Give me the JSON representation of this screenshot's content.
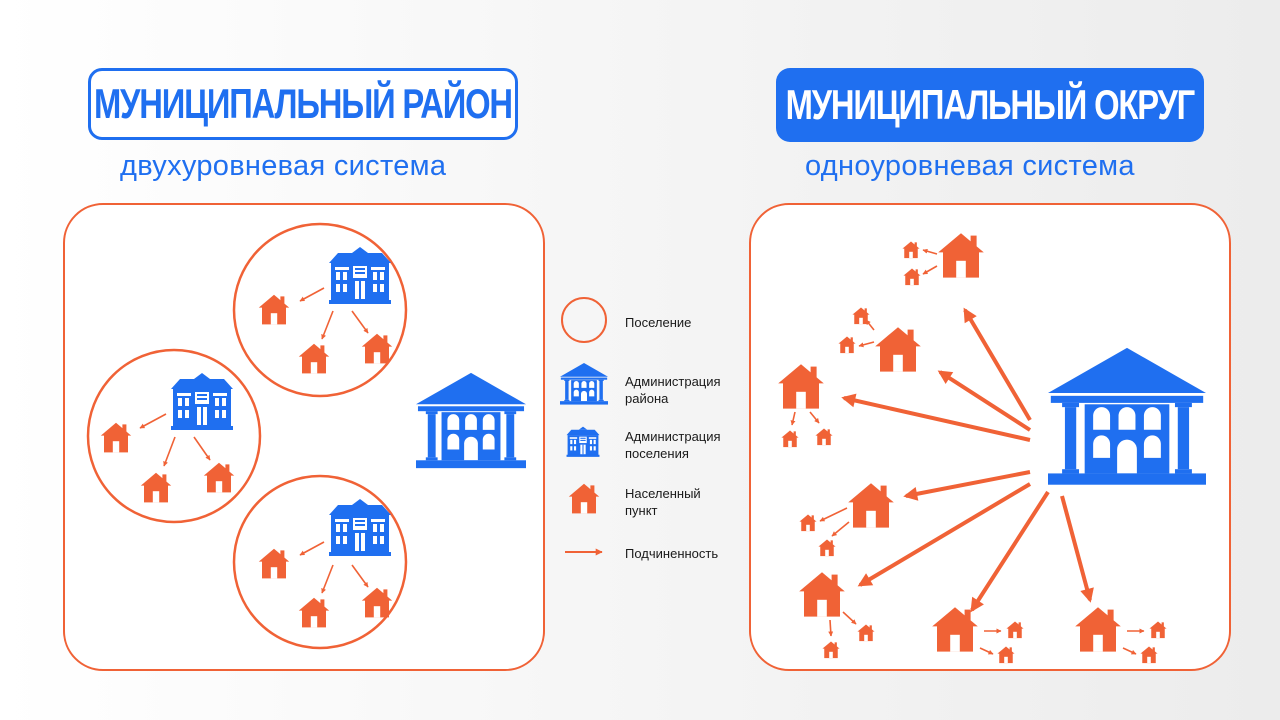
{
  "left": {
    "title": "МУНИЦИПАЛЬНЫЙ РАЙОН",
    "subtitle": "двухуровневая система"
  },
  "right": {
    "title": "МУНИЦИПАЛЬНЫЙ ОКРУГ",
    "subtitle": "одноуровневая система"
  },
  "legend": {
    "settlement": "Поселение",
    "district_admin_1": "Администрация",
    "district_admin_2": "района",
    "settlement_admin_1": "Администрация",
    "settlement_admin_2": "поселения",
    "locality_1": "Населенный",
    "locality_2": "пункт",
    "subordination": "Подчиненность"
  },
  "colors": {
    "blue": "#1f6ff0",
    "orange": "#f06236"
  },
  "icons": {
    "district_admin": "columned-building-icon",
    "settlement_admin": "small-admin-building-icon",
    "locality": "house-icon",
    "subordination": "arrow-icon"
  }
}
